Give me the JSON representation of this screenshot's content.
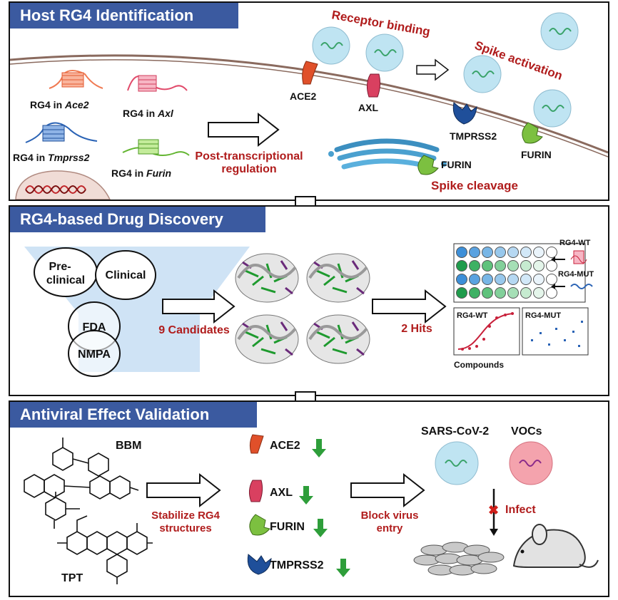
{
  "panels": {
    "p1": {
      "title": "Host RG4 Identification",
      "rg4_labels": [
        {
          "prefix": "RG4 in ",
          "gene": "Ace2"
        },
        {
          "prefix": "RG4 in ",
          "gene": "Axl"
        },
        {
          "prefix": "RG4 in ",
          "gene": "Tmprss2"
        },
        {
          "prefix": "RG4 in ",
          "gene": "Furin"
        }
      ],
      "arrow_label_line1": "Post-transcriptional",
      "arrow_label_line2": "regulation",
      "receptor_binding": "Receptor binding",
      "spike_activation": "Spike activation",
      "spike_cleavage": "Spike cleavage",
      "ace2": "ACE2",
      "axl": "AXL",
      "tmprss2": "TMPRSS2",
      "furin_membrane": "FURIN",
      "furin_golgi": "FURIN"
    },
    "p2": {
      "title": "RG4-based Drug Discovery",
      "circles": {
        "preclinical_1": "Pre-",
        "preclinical_2": "clinical",
        "clinical": "Clinical",
        "fda": "FDA",
        "nmpa": "NMPA"
      },
      "candidates": "9 Candidates",
      "hits": "2 Hits",
      "rg4_wt": "RG4-WT",
      "rg4_mut": "RG4-MUT",
      "plot_wt": "RG4-WT",
      "plot_mut": "RG4-MUT",
      "compounds": "Compounds"
    },
    "p3": {
      "title": "Antiviral Effect Validation",
      "bbm": "BBM",
      "tpt": "TPT",
      "stabilize_1": "Stabilize RG4",
      "stabilize_2": "structures",
      "targets": [
        "ACE2",
        "AXL",
        "FURIN",
        "TMPRSS2"
      ],
      "block_1": "Block virus",
      "block_2": "entry",
      "sars": "SARS-CoV-2",
      "vocs": "VOCs",
      "infect": "Infect"
    }
  },
  "colors": {
    "header_bg": "#3b5aa0",
    "dark_red": "#b01c1c",
    "virus_fill": "#bfe4f2",
    "voc_fill": "#f4a3ad",
    "down_arrow": "#2e9e3a"
  }
}
